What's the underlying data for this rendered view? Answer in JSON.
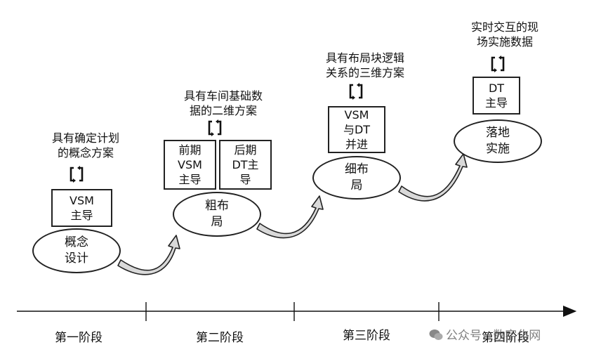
{
  "stage1": {
    "caption": "具有确定计划\n的概念方案",
    "box": "VSM\n主导",
    "ellipse": "概念\n设计",
    "label": "第一阶段"
  },
  "stage2": {
    "caption": "具有车间基础数\n据的二维方案",
    "box_left": "前期\nVSM\n主导",
    "box_right": "后期\nDT主\n导",
    "ellipse": "粗布\n局",
    "label": "第二阶段"
  },
  "stage3": {
    "caption": "具有布局块逻辑\n关系的三维方案",
    "box": "VSM\n与DT\n并进",
    "ellipse": "细布\n局",
    "label": "第三阶段"
  },
  "stage4": {
    "caption": "实时交互的现\n场实施数据",
    "box": "DT\n主导",
    "ellipse": "落地\n实施",
    "label": "第四阶段"
  },
  "watermark": "公众号 · 数字化网",
  "icons": [
    "cycle-arrows-icon",
    "curved-arrow-icon",
    "timeline-arrow-icon",
    "wechat-icon"
  ],
  "colors": {
    "stroke": "#222222",
    "arrow_fill": "#d9d9d9",
    "text": "#111111"
  }
}
